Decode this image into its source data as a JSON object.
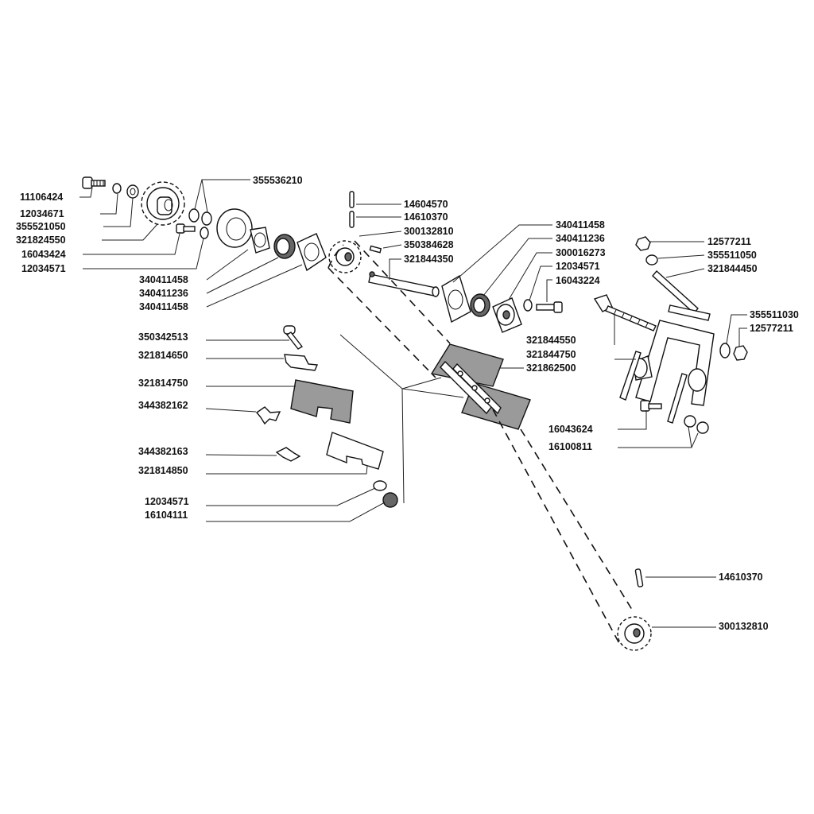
{
  "labels": {
    "l01": "11106424",
    "l02": "12034671",
    "l03": "355521050",
    "l04": "321824550",
    "l05": "16043424",
    "l06": "12034571",
    "l07": "355536210",
    "l08": "340411458",
    "l09": "340411236",
    "l10": "340411458",
    "l11": "14604570",
    "l12": "14610370",
    "l13": "300132810",
    "l14": "350384628",
    "l15": "321844350",
    "l16": "340411458",
    "l17": "340411236",
    "l18": "300016273",
    "l19": "12034571",
    "l20": "16043224",
    "l21": "12577211",
    "l22": "355511050",
    "l23": "321844450",
    "l24": "355511030",
    "l25": "12577211",
    "l26": "321844550",
    "l27": "321844750",
    "l28": "321862500",
    "l29": "350342513",
    "l30": "321814650",
    "l31": "321814750",
    "l32": "344382162",
    "l33": "344382163",
    "l34": "321814850",
    "l35": "12034571",
    "l36": "16104111",
    "l37": "16043624",
    "l38": "16100811",
    "l39": "14610370",
    "l40": "300132810"
  }
}
